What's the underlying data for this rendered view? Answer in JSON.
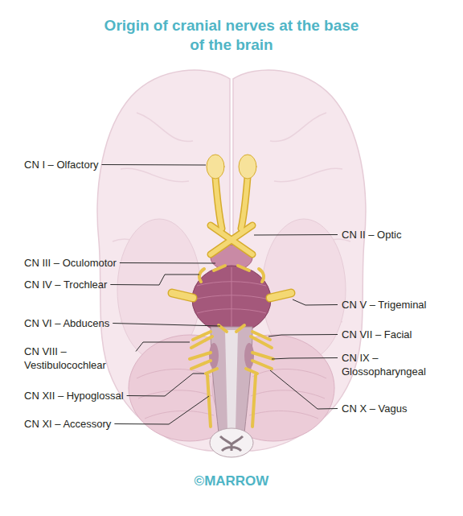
{
  "diagram": {
    "title": "Origin of cranial nerves at the base of the brain",
    "labels": [
      "CN I – Olfactory",
      "CN II – Optic",
      "CN III – Oculomotor",
      "CN IV – Trochlear",
      "CN V – Trigeminal",
      "CN VI – Abducens",
      "CN VII – Facial",
      "CN VIII – Vestibulocochlear",
      "CN IX – Glossopharyngeal",
      "CN XII – Hypoglossal",
      "CN X – Vagus",
      "CN XI – Accessory",
      "©MARROW"
    ]
  }
}
